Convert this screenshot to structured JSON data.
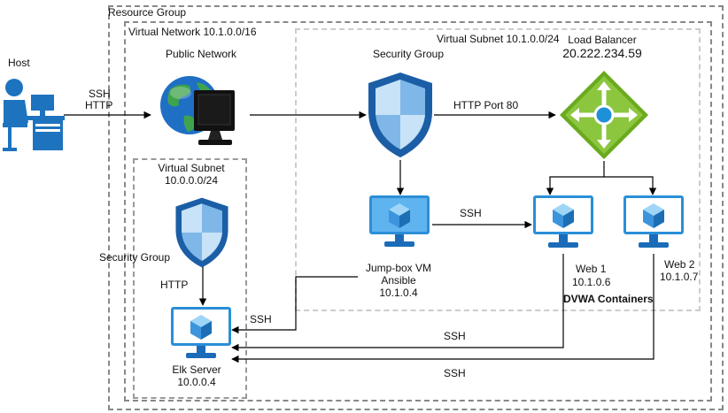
{
  "groups": {
    "resource_group": "Resource Group",
    "virtual_network": "Virtual Network 10.1.0.0/16",
    "virtual_subnet_main": "Virtual Subnet 10.1.0.0/24",
    "virtual_subnet_elk_line1": "Virtual Subnet",
    "virtual_subnet_elk_line2": "10.0.0.0/24"
  },
  "nodes": {
    "host": "Host",
    "public_network": "Public Network",
    "security_group_main": "Security Group",
    "security_group_elk": "Security Group",
    "load_balancer_name": "Load Balancer",
    "load_balancer_ip": "20.222.234.59",
    "jumpbox_line1": "Jump-box VM",
    "jumpbox_line2": "Ansible",
    "jumpbox_line3": "10.1.0.4",
    "web1_line1": "Web 1",
    "web1_line2": "10.1.0.6",
    "web2_line1": "Web 2",
    "web2_line2": "10.1.0.7",
    "dvwa_containers": "DVWA Containers",
    "elk_line1": "Elk Server",
    "elk_line2": "10.0.0.4"
  },
  "edges": {
    "ssh_http_line1": "SSH",
    "ssh_http_line2": "HTTP",
    "http_port_80": "HTTP Port 80",
    "ssh_jump_to_web": "SSH",
    "http_elk": "HTTP",
    "ssh_jump_to_elk": "SSH",
    "ssh_web1_to_elk": "SSH",
    "ssh_web2_to_elk": "SSH"
  }
}
